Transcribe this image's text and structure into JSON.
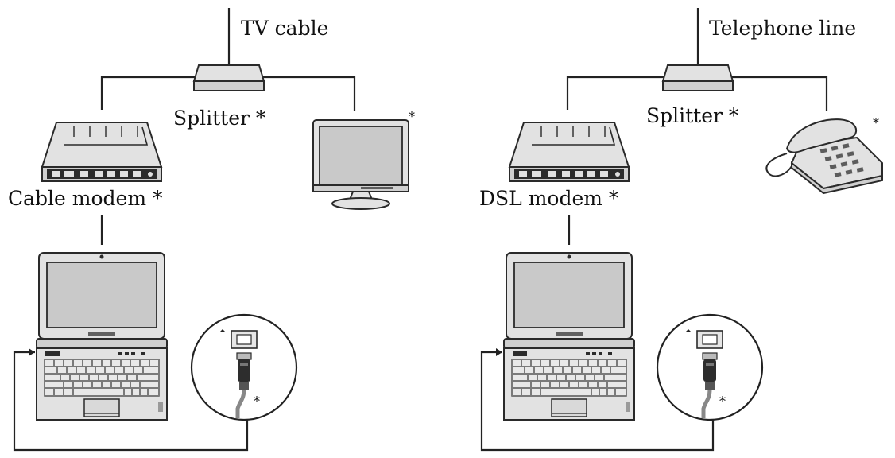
{
  "diagrams": [
    {
      "id": "cable",
      "source_label": "TV cable",
      "splitter_label": "Splitter *",
      "modem_label": "Cable modem *",
      "tv_asterisk": "*",
      "cable_asterisk": "*"
    },
    {
      "id": "dsl",
      "source_label": "Telephone line",
      "splitter_label": "Splitter *",
      "modem_label": "DSL modem *",
      "phone_asterisk": "*",
      "cable_asterisk": "*"
    }
  ]
}
